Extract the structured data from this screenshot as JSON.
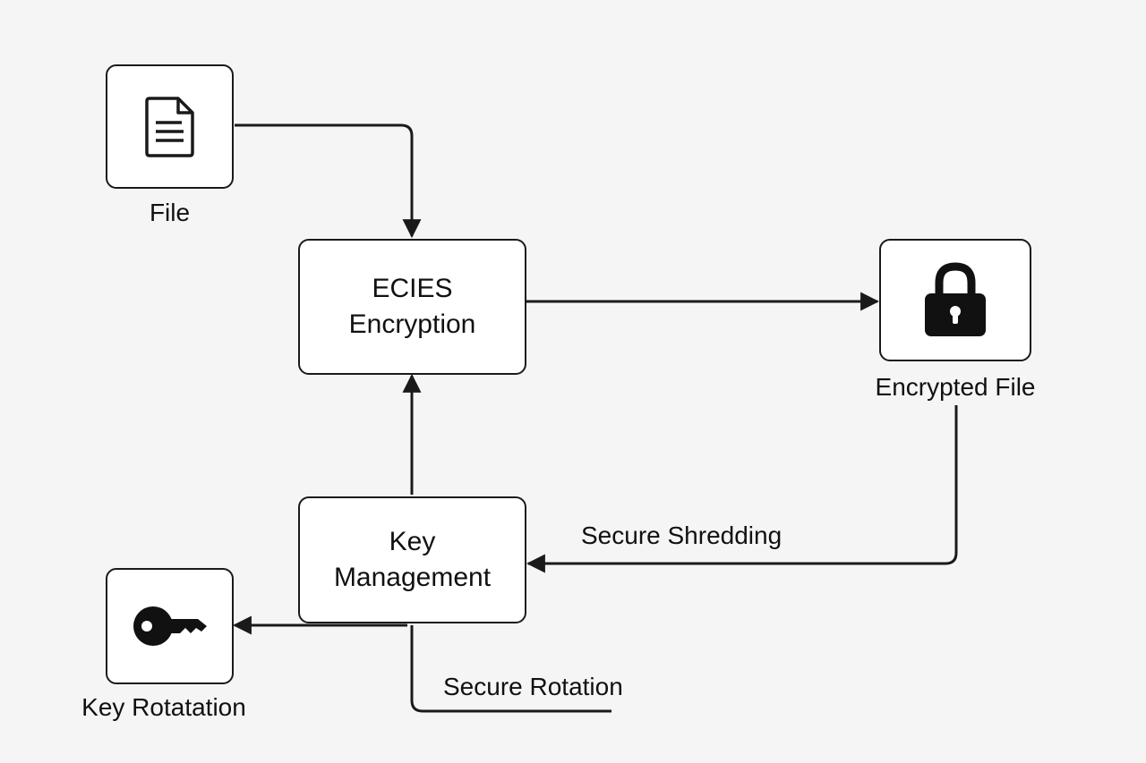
{
  "nodes": {
    "file": {
      "label": "File",
      "icon": "document-icon"
    },
    "ecies": {
      "line1": "ECIES",
      "line2": "Encryption"
    },
    "encrypted_file": {
      "label": "Encrypted File",
      "icon": "lock-icon"
    },
    "key_management": {
      "line1": "Key",
      "line2": "Management"
    },
    "key_rotation": {
      "label": "Key Rotatation",
      "icon": "key-icon"
    }
  },
  "edges": {
    "secure_shredding": "Secure Shredding",
    "secure_rotation": "Secure Rotation"
  },
  "colors": {
    "background": "#f5f5f5",
    "stroke": "#1a1a1a",
    "node_fill": "#ffffff"
  }
}
